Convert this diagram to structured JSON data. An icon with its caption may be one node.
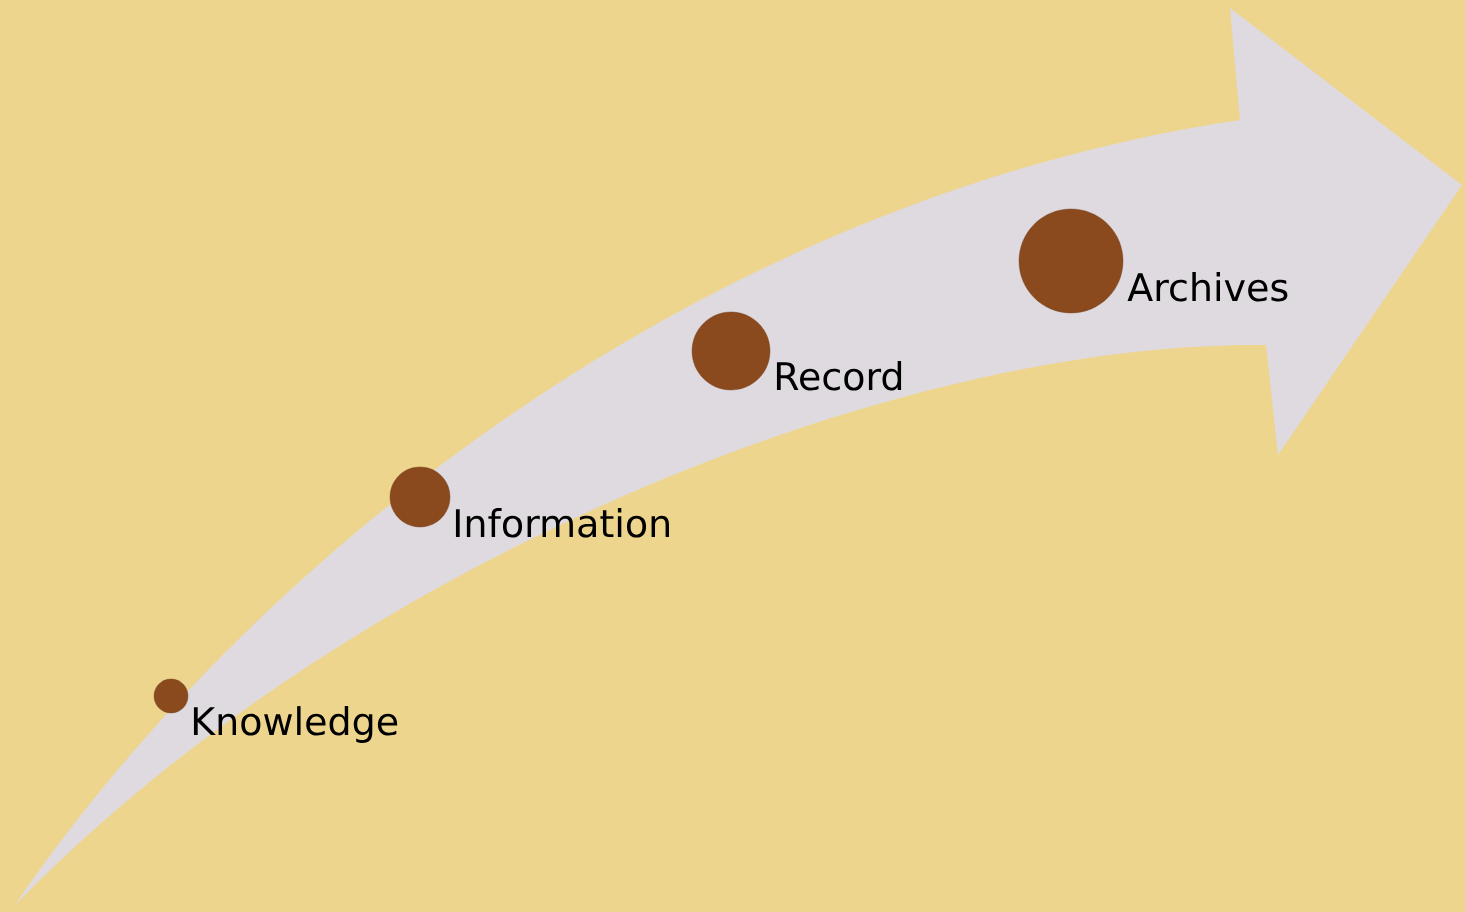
{
  "diagram": {
    "nodes": [
      {
        "text": [],
        "shape": "circle",
        "beside": [
          "Knowledge"
        ]
      },
      {
        "text": [],
        "shape": "circle",
        "beside": [
          "Information"
        ]
      },
      {
        "text": [],
        "shape": "circle",
        "beside": [
          "Record"
        ]
      },
      {
        "text": [],
        "shape": "circle",
        "beside": [
          "Archives"
        ]
      }
    ]
  }
}
